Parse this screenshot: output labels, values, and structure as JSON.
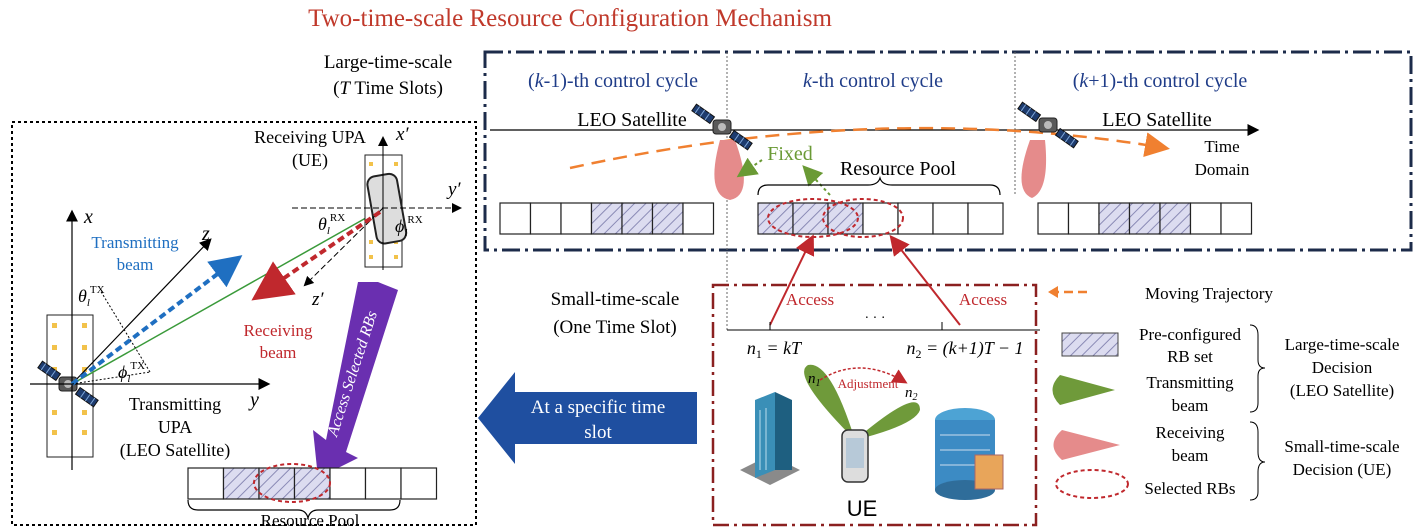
{
  "title": "Two-time-scale Resource Configuration Mechanism",
  "large_scale": {
    "line1": "Large-time-scale",
    "line2_italic": "T",
    "line2_rest": " Time Slots)"
  },
  "small_scale": {
    "line1": "Small-time-scale",
    "line2": "(One Time Slot)"
  },
  "cycles": {
    "prev": {
      "open": "(",
      "k": "k",
      "rest": "-1)-th control cycle"
    },
    "cur": {
      "k": "k",
      "rest": "-th control cycle"
    },
    "next": {
      "open": "(",
      "k": "k",
      "rest": "+1)-th control cycle"
    }
  },
  "labels": {
    "leo_satellite": "LEO Satellite",
    "time_domain_1": "Time",
    "time_domain_2": "Domain",
    "fixed": "Fixed",
    "resource_pool": "Resource Pool",
    "access": "Access",
    "dots": "· · ·",
    "n1": "n",
    "n1_sub": "1",
    "n1_eq": " = kT",
    "n2": "n",
    "n2_sub": "2",
    "n2_eq": " = (k+1)T − 1",
    "adjustment": "Adjustment",
    "ue": "UE",
    "at_time_slot_1": "At a specific time",
    "at_time_slot_2": "slot",
    "access_selected_rbs": "Access Selected RBs",
    "receiving_upa_1": "Receiving UPA",
    "receiving_upa_2": "(UE)",
    "transmitting_upa_1": "Transmitting",
    "transmitting_upa_2": "UPA",
    "transmitting_upa_3": "(LEO Satellite)",
    "transmitting_beam_1": "Transmitting",
    "transmitting_beam_2": "beam",
    "receiving_beam_1": "Receiving",
    "receiving_beam_2": "beam",
    "axis_x": "x",
    "axis_y": "y",
    "axis_z": "z",
    "axis_xp": "x′",
    "axis_yp": "y′",
    "axis_zp": "z′",
    "theta_tx": "θ",
    "phi_tx": "ϕ",
    "tx_sup": "TX",
    "rx_sup": "RX",
    "l_sub": "l"
  },
  "legend": {
    "moving_trajectory": "Moving Trajectory",
    "preconfigured_1": "Pre-configured",
    "preconfigured_2": "RB set",
    "tx_beam_1": "Transmitting",
    "tx_beam_2": "beam",
    "rx_beam_1": "Receiving",
    "rx_beam_2": "beam",
    "selected_rbs": "Selected RBs",
    "large_decision_1": "Large-time-scale",
    "large_decision_2": "Decision",
    "large_decision_3": "(LEO Satellite)",
    "small_decision_1": "Small-time-scale",
    "small_decision_2": "Decision (UE)"
  },
  "colors": {
    "title_red": "#c0392b",
    "cycle_blue": "#1f3c88",
    "frame_navy": "#1c2b4a",
    "trajectory_orange": "#f08030",
    "green_fixed": "#6a9a35",
    "beam_green": "#6f9a3a",
    "beam_pink": "#e58b8b",
    "arrow_blue": "#1f4fa0",
    "arrow_purple": "#6a2fb0",
    "red": "#c0282d",
    "tx_beam_blue": "#1f6fc1"
  },
  "rb_rows": {
    "prev_hatched": [
      false,
      false,
      false,
      true,
      true,
      true,
      false
    ],
    "cur_hatched": [
      true,
      true,
      true,
      false,
      false,
      false,
      false
    ],
    "next_hatched": [
      false,
      false,
      true,
      true,
      true,
      false,
      false
    ],
    "pool_hatched": [
      false,
      true,
      true,
      true,
      false,
      false,
      false
    ]
  }
}
